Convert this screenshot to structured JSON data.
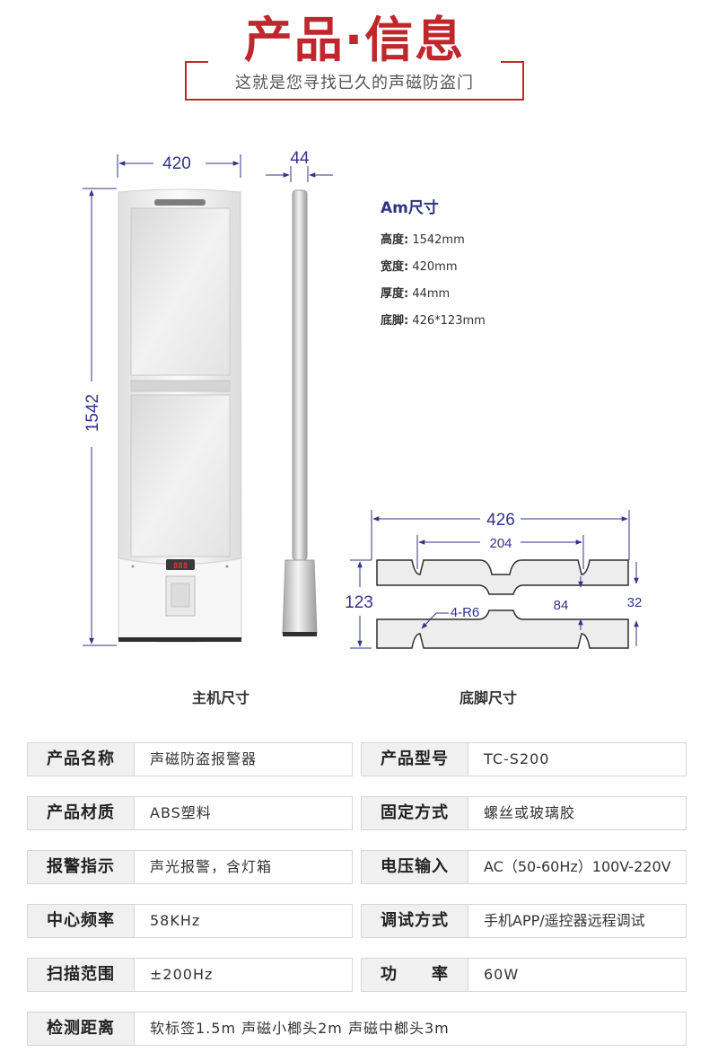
{
  "header": {
    "title": "产品·信息",
    "subtitle": "这就是您寻找已久的声磁防盗门"
  },
  "main_unit": {
    "width_label": "420",
    "depth_label": "44",
    "height_label": "1542",
    "display_digits": "888",
    "caption": "主机尺寸"
  },
  "base": {
    "length_label": "426",
    "inner_label": "204",
    "height_label": "123",
    "radius_label": "4-R6",
    "notch_label": "84",
    "side_label": "32",
    "caption": "底脚尺寸"
  },
  "specs": {
    "title": "Am尺寸",
    "rows": [
      {
        "k": "高度:",
        "v": "1542mm"
      },
      {
        "k": "宽度:",
        "v": "420mm"
      },
      {
        "k": "厚度:",
        "v": "44mm"
      },
      {
        "k": "底脚:",
        "v": "426*123mm"
      }
    ]
  },
  "table": [
    {
      "label": "产品名称",
      "value": "声磁防盗报警器"
    },
    {
      "label": "产品型号",
      "value": "TC-S200"
    },
    {
      "label": "产品材质",
      "value": "ABS塑料"
    },
    {
      "label": "固定方式",
      "value": "螺丝或玻璃胶"
    },
    {
      "label": "报警指示",
      "value": "声光报警，含灯箱"
    },
    {
      "label": "电压输入",
      "value": "AC（50-60Hz）100V-220V"
    },
    {
      "label": "中心频率",
      "value": "58KHz"
    },
    {
      "label": "调试方式",
      "value": "手机APP/遥控器远程调试"
    },
    {
      "label": "扫描范围",
      "value": "±200Hz"
    },
    {
      "label": "功　　率",
      "value": "60W"
    },
    {
      "label": "检测距离",
      "value": "软标签1.5m 声磁小榔头2m 声磁中榔头3m"
    }
  ],
  "colors": {
    "accent": "#c0272d",
    "dimension": "#33338a"
  }
}
